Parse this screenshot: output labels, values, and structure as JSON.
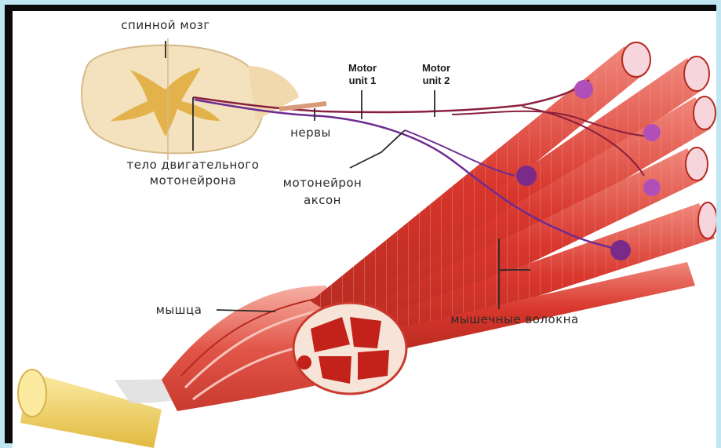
{
  "labels": {
    "spinal_cord": "спинной мозг",
    "motor_unit_1": [
      "Motor",
      "unit 1"
    ],
    "motor_unit_2": [
      "Motor",
      "unit 2"
    ],
    "nerves": "нервы",
    "motor_neuron_body": [
      "тело двигательного",
      "мотонейрона"
    ],
    "motor_neuron_axon": [
      "мотонейрон",
      "аксон"
    ],
    "muscle": "мышца",
    "muscle_fibers": "мышечные волокна"
  },
  "colors": {
    "muscle_red": "#d8362c",
    "muscle_light": "#f09a8e",
    "spinal_cord": "#f3e2bd",
    "gray_matter": "#e3b24a",
    "tendon_bone": "#f2d873",
    "neuron_purple": "#7a2b8a",
    "frame": "#0a0a0a",
    "backdrop": "#bfe6f2"
  }
}
